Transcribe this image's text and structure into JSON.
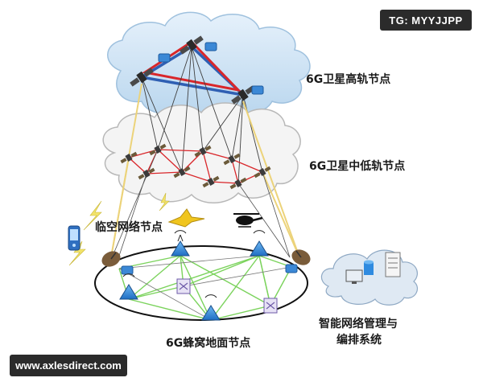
{
  "labels": {
    "geo_layer": "6G卫星高轨节点",
    "leo_layer": "6G卫星中低轨节点",
    "aerial_layer": "临空网络节点",
    "ground_layer": "6G蜂窝地面节点",
    "mgmt_line1": "智能网络管理与",
    "mgmt_line2": "编排系统"
  },
  "watermarks": {
    "top_right": "TG: MYYJJPP",
    "bottom_left": "www.axlesdirect.com"
  },
  "colors": {
    "cloud_blue": "#cfe4f5",
    "cloud_white": "#f5f5f5",
    "geo_link_red": "#d9262a",
    "geo_link_blue": "#2f5fb3",
    "leo_link_red": "#d9262a",
    "ground_link_green": "#7bd35c",
    "feeder_yellow": "#ecd37a",
    "node_blue": "#2f8be0"
  }
}
